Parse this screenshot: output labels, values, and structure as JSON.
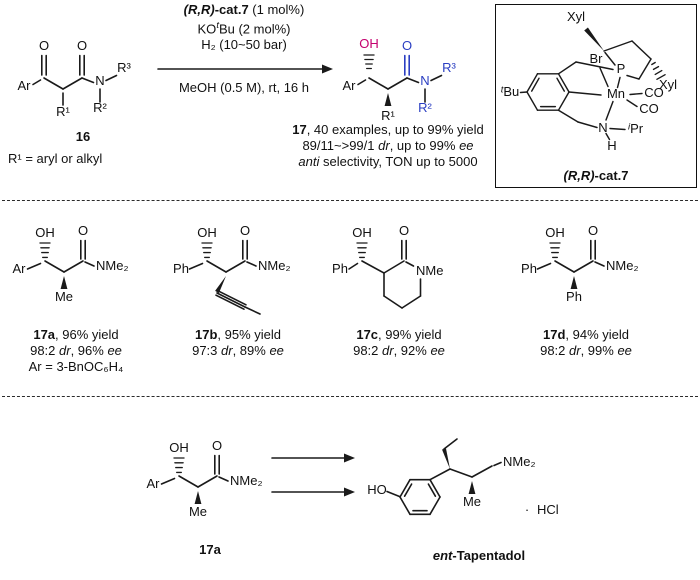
{
  "colors": {
    "hydroxyl_pink": "#c4006e",
    "amide_blue": "#2a3ec2",
    "bond_black": "#1a1a1a"
  },
  "reaction": {
    "cond_l1_italic": "(R,R)",
    "cond_l1_bold": "-cat.7",
    "cond_l1_rest": " (1 mol%)",
    "cond_l2_a": "KO",
    "cond_l2_sup": "t",
    "cond_l2_b": "Bu (2 mol%)",
    "cond_l3": "H₂ (10~50 bar)",
    "cond_below": "MeOH (0.5 M), rt, 16 h",
    "res_l1_bold": "17",
    "res_l1_rest": ", 40 examples, up to 99% yield",
    "res_l2_a": "89/11~>99/1 ",
    "res_l2_dr": "dr",
    "res_l2_b": ", up to 99% ",
    "res_l2_ee": "ee",
    "res_l3_anti": "anti",
    "res_l3_rest": " selectivity, TON up to 5000"
  },
  "mol16": {
    "Ar": "Ar",
    "O1": "O",
    "O2": "O",
    "N": "N",
    "R3": "R³",
    "R1": "R¹",
    "R2": "R²",
    "caption": "16",
    "note": "R¹ = aryl or alkyl"
  },
  "mol17": {
    "Ar": "Ar",
    "OH": "OH",
    "O": "O",
    "N": "N",
    "R3": "R³",
    "R1": "R¹",
    "R2": "R²"
  },
  "catalyst": {
    "xyl_top": "Xyl",
    "xyl_right": "Xyl",
    "p": "P",
    "br": "Br",
    "mn": "Mn",
    "co1": "CO",
    "co2": "CO",
    "n": "N",
    "h": "H",
    "tbu_sup": "t",
    "tbu_rest": "Bu",
    "ipr_sup": "i",
    "ipr_rest": "Pr",
    "caption_italic": "(R,R)",
    "caption_bold": "-cat.7"
  },
  "examples": [
    {
      "id": "17a",
      "yield_rest": ", 96% yield",
      "s_a": "98:2 ",
      "s_dr": "dr",
      "s_b": ", 96% ",
      "s_ee": "ee",
      "note": "Ar = 3-BnOC₆H₄",
      "labels": {
        "OH": "OH",
        "left": "Ar",
        "sub": "Me",
        "O": "O",
        "N": "NMe₂"
      }
    },
    {
      "id": "17b",
      "yield_rest": ", 95% yield",
      "s_a": "97:3 ",
      "s_dr": "dr",
      "s_b": ", 89% ",
      "s_ee": "ee",
      "labels": {
        "OH": "OH",
        "left": "Ph",
        "O": "O",
        "N": "NMe₂"
      }
    },
    {
      "id": "17c",
      "yield_rest": ", 99% yield",
      "s_a": "98:2 ",
      "s_dr": "dr",
      "s_b": ", 92% ",
      "s_ee": "ee",
      "labels": {
        "OH": "OH",
        "left": "Ph",
        "O": "O",
        "N": "NMe"
      }
    },
    {
      "id": "17d",
      "yield_rest": ", 94% yield",
      "s_a": "98:2 ",
      "s_dr": "dr",
      "s_b": ", 99% ",
      "s_ee": "ee",
      "labels": {
        "OH": "OH",
        "left": "Ph",
        "sub": "Ph",
        "O": "O",
        "N": "NMe₂"
      }
    }
  ],
  "bottom": {
    "mol": {
      "OH": "OH",
      "left": "Ar",
      "sub": "Me",
      "O": "O",
      "N": "NMe₂"
    },
    "caption": "17a",
    "product": {
      "HO": "HO",
      "Me": "Me",
      "N": "NMe₂",
      "dot": "·",
      "salt": "HCl"
    },
    "product_caption_italic": "ent",
    "product_caption_bold": "-Tapentadol"
  }
}
